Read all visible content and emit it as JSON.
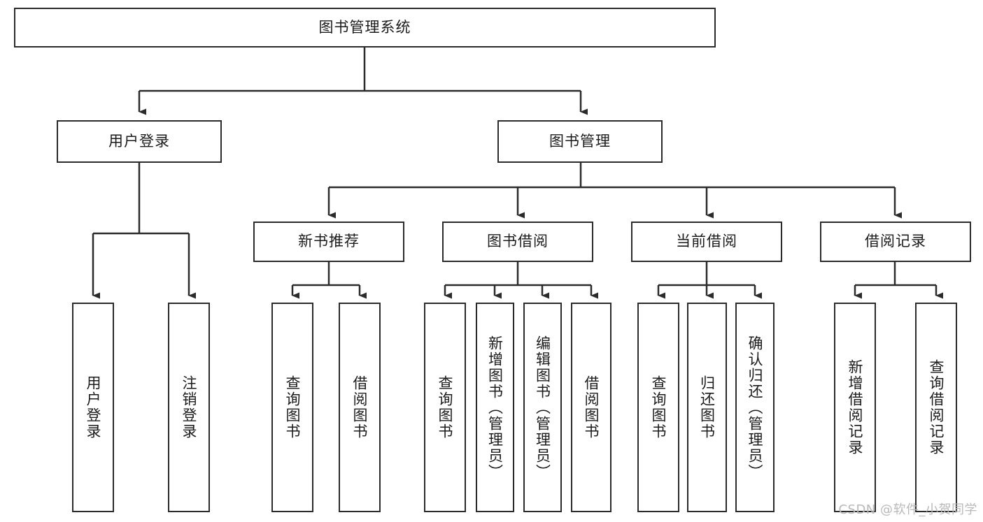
{
  "diagram": {
    "title": "图书管理系统",
    "watermark": "CSDN @软件_小贺同学",
    "line_color": "#2b2b2b",
    "box_fill": "#ffffff",
    "text_color": "#1b1b1b",
    "root": {
      "label": "图书管理系统"
    },
    "level2": [
      {
        "label": "用户登录"
      },
      {
        "label": "图书管理"
      }
    ],
    "level3": [
      {
        "label": "新书推荐"
      },
      {
        "label": "图书借阅"
      },
      {
        "label": "当前借阅"
      },
      {
        "label": "借阅记录"
      }
    ],
    "leaves": {
      "user_login": [
        {
          "label": "用户登录"
        },
        {
          "label": "注销登录"
        }
      ],
      "new_book": [
        {
          "label": "查询图书"
        },
        {
          "label": "借阅图书"
        }
      ],
      "book_borrow": [
        {
          "label": "查询图书"
        },
        {
          "label": "新增图书（管理员）"
        },
        {
          "label": "编辑图书（管理员）"
        },
        {
          "label": "借阅图书"
        }
      ],
      "current_borrow": [
        {
          "label": "查询图书"
        },
        {
          "label": "归还图书"
        },
        {
          "label": "确认归还（管理员）"
        }
      ],
      "borrow_record": [
        {
          "label": "新增借阅记录"
        },
        {
          "label": "查询借阅记录"
        }
      ]
    }
  }
}
